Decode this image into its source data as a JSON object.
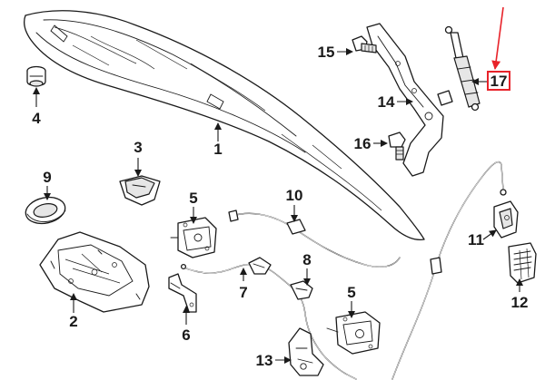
{
  "colors": {
    "line": "#1a1a1a",
    "highlight": "#e8232a",
    "background": "#ffffff"
  },
  "callouts": [
    {
      "id": "1",
      "label": "1"
    },
    {
      "id": "2",
      "label": "2"
    },
    {
      "id": "3",
      "label": "3"
    },
    {
      "id": "4",
      "label": "4"
    },
    {
      "id": "5a",
      "label": "5"
    },
    {
      "id": "5b",
      "label": "5"
    },
    {
      "id": "6",
      "label": "6"
    },
    {
      "id": "7",
      "label": "7"
    },
    {
      "id": "8",
      "label": "8"
    },
    {
      "id": "9",
      "label": "9"
    },
    {
      "id": "10",
      "label": "10"
    },
    {
      "id": "11",
      "label": "11"
    },
    {
      "id": "12",
      "label": "12"
    },
    {
      "id": "13",
      "label": "13"
    },
    {
      "id": "14",
      "label": "14"
    },
    {
      "id": "15",
      "label": "15"
    },
    {
      "id": "16",
      "label": "16"
    },
    {
      "id": "17",
      "label": "17",
      "highlighted": true
    }
  ]
}
